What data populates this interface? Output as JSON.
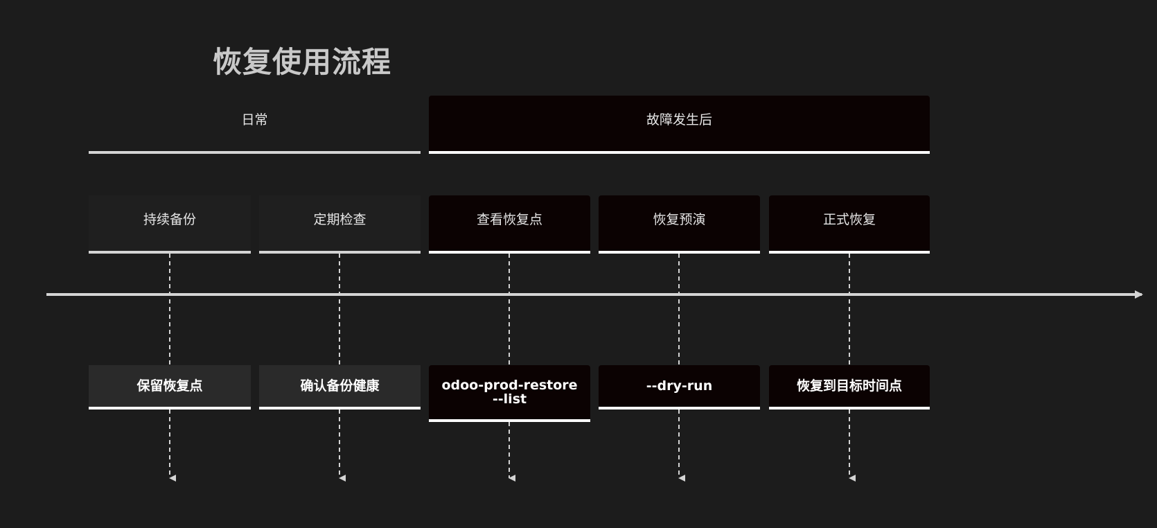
{
  "title": "恢复使用流程",
  "phases": [
    {
      "label": "日常"
    },
    {
      "label": "故障发生后"
    }
  ],
  "steps": [
    {
      "label": "持续备份"
    },
    {
      "label": "定期检查"
    },
    {
      "label": "查看恢复点"
    },
    {
      "label": "恢复预演"
    },
    {
      "label": "正式恢复"
    }
  ],
  "outputs": [
    {
      "label": "保留恢复点"
    },
    {
      "label": "确认备份健康"
    },
    {
      "label": "odoo-prod-restore\n--list"
    },
    {
      "label": "--dry-run"
    },
    {
      "label": "恢复到目标时间点"
    }
  ],
  "colors": {
    "background": "#1c1c1c",
    "dark_block": "#0b0202",
    "line": "#d4d4d4"
  }
}
